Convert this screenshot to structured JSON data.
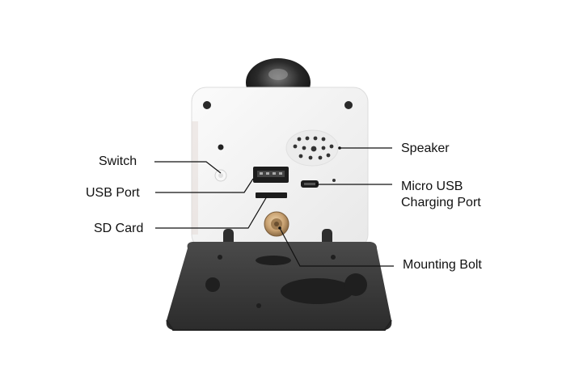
{
  "labels": {
    "switch": "Switch",
    "usb_port": "USB Port",
    "sd_card": "SD Card",
    "speaker": "Speaker",
    "micro_usb_line1": "Micro USB",
    "micro_usb_line2": "Charging Port",
    "mounting_bolt": "Mounting Bolt"
  },
  "colors": {
    "background": "#ffffff",
    "body": "#f4f4f4",
    "bracket": "#3c3c3c",
    "lens": "#2a2a2a",
    "bolt": "#c9a272",
    "callout_line": "#111111"
  }
}
